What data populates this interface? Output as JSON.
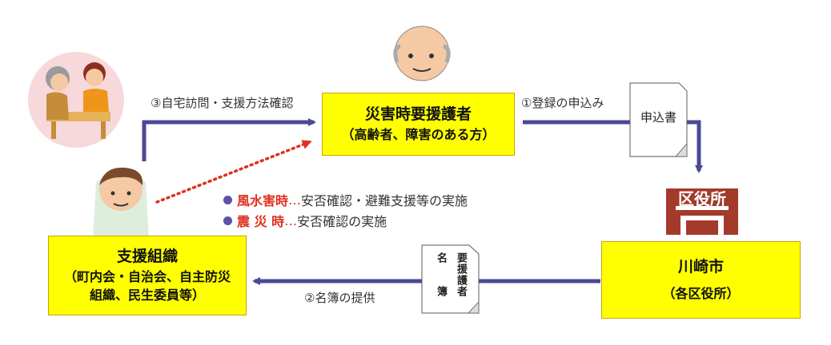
{
  "center_box": {
    "title": "災害時要援護者",
    "subtitle": "（高齢者、障害のある方）"
  },
  "support_box": {
    "title": "支援組織",
    "line1": "（町内会・自治会、自主防災",
    "line2": "組織、民生委員等）"
  },
  "city_box": {
    "title": "川崎市",
    "subtitle": "（各区役所）"
  },
  "flow": {
    "step1": "①登録の申込み",
    "step2": "②名簿の提供",
    "step3": "③自宅訪問・支援方法確認"
  },
  "application_doc": "申込書",
  "roster_doc": {
    "col1": "要援護者",
    "col2": "名　　簿"
  },
  "ward_office_sign": "区役所",
  "notes": [
    {
      "key": "風水害時",
      "dots": "…",
      "text": "安否確認・避難支援等の実施"
    },
    {
      "key": "震 災 時",
      "dots": "…",
      "text": "安否確認の実施"
    }
  ],
  "colors": {
    "box": "#ffff00",
    "arrow": "#4b4897",
    "dotted": "#e0301e",
    "sign": "#a33a2a"
  }
}
